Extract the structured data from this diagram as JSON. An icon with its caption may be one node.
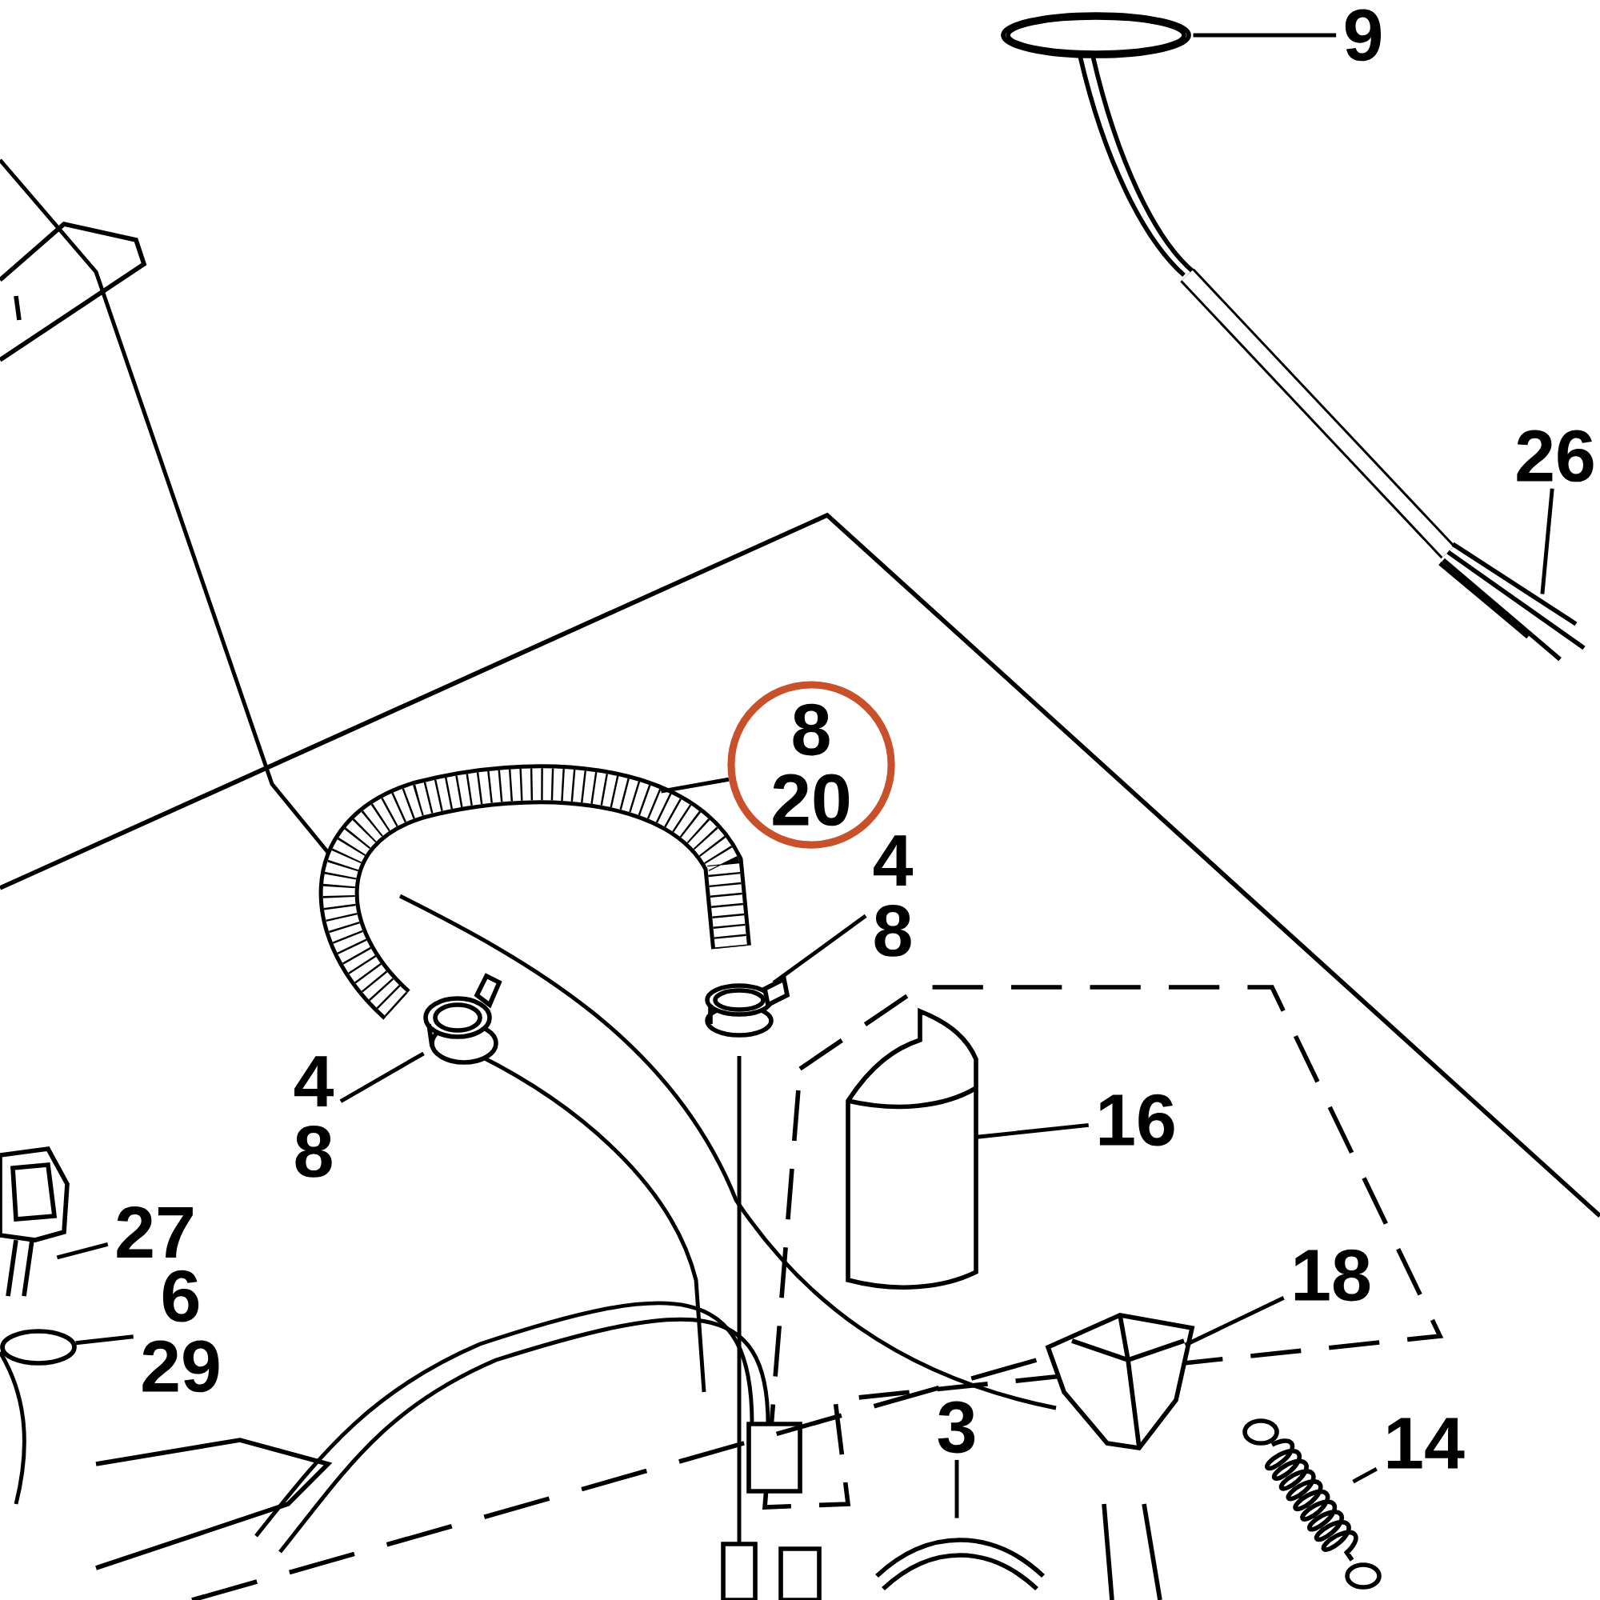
{
  "diagram": {
    "nodes": [
      {
        "text": [
          "9"
        ]
      },
      {
        "text": [],
        "shape": "picture"
      },
      {
        "text": [
          "26"
        ]
      },
      {
        "text": [],
        "shape": "picture"
      },
      {
        "text": [
          "8",
          "20"
        ]
      },
      {
        "text": [],
        "shape": "picture"
      },
      {
        "text": [
          "4",
          "8"
        ]
      },
      {
        "text": [],
        "shape": "picture"
      },
      {
        "text": [
          "4",
          "8"
        ]
      },
      {
        "text": [],
        "shape": "picture"
      },
      {
        "text": [
          "16"
        ]
      },
      {
        "text": [],
        "shape": "picture"
      },
      {
        "text": [
          "18"
        ]
      },
      {
        "text": [],
        "shape": "picture"
      },
      {
        "text": [
          "14"
        ]
      },
      {
        "text": [],
        "shape": "picture"
      },
      {
        "text": [
          "3"
        ]
      },
      {
        "text": [],
        "shape": "picture"
      },
      {
        "text": [
          "27"
        ]
      },
      {
        "text": [],
        "shape": "picture"
      },
      {
        "text": [
          "6",
          "29"
        ]
      },
      {
        "text": [],
        "shape": "circle"
      }
    ],
    "edges": [
      {
        "from": 0,
        "to": 1,
        "arrow": "none"
      },
      {
        "from": 2,
        "to": 3,
        "arrow": "none"
      },
      {
        "from": 4,
        "to": 5,
        "arrow": "none"
      },
      {
        "from": 6,
        "to": 7,
        "arrow": "none"
      },
      {
        "from": 8,
        "to": 9,
        "arrow": "none"
      },
      {
        "from": 10,
        "to": 11,
        "arrow": "none"
      },
      {
        "from": 12,
        "to": 13,
        "arrow": "none"
      },
      {
        "from": 14,
        "to": 15,
        "arrow": "none"
      },
      {
        "from": 16,
        "to": 17,
        "arrow": "none"
      },
      {
        "from": 18,
        "to": 19,
        "arrow": "none"
      },
      {
        "from": 20,
        "to": 21,
        "arrow": "none"
      }
    ]
  }
}
